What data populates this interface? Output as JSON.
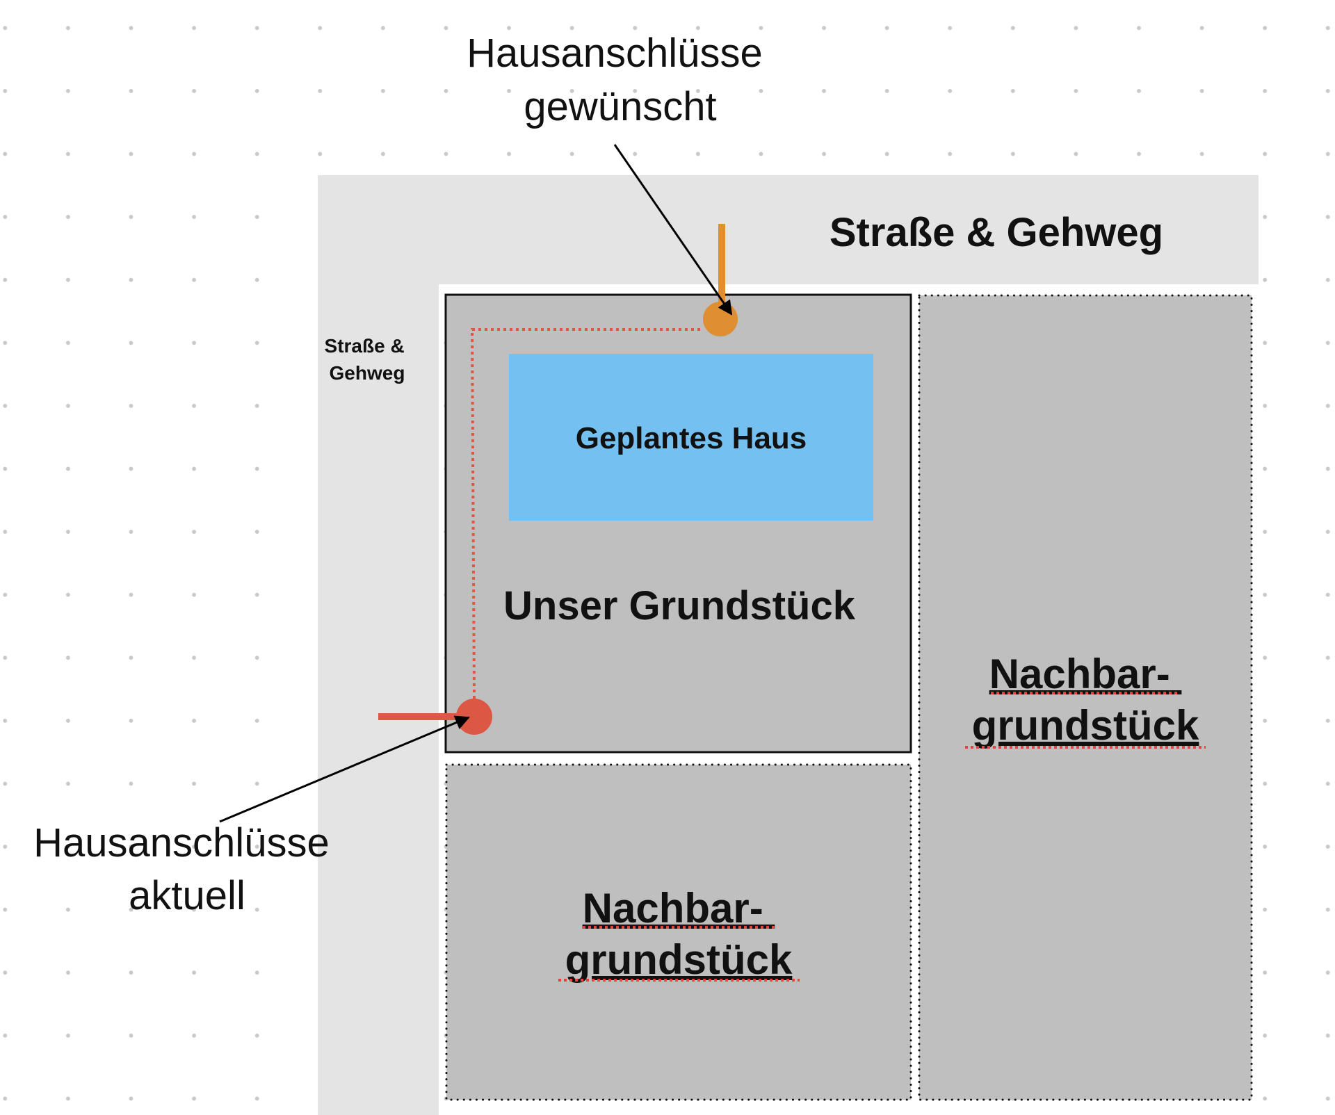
{
  "labels": {
    "desired_connection": [
      "Hausanschlüsse",
      "gewünscht"
    ],
    "current_connection": [
      "Hausanschlüsse",
      "aktuell"
    ],
    "street_top": "Straße & Gehweg",
    "street_left": [
      "Straße &",
      "Gehweg"
    ],
    "planned_house": "Geplantes Haus",
    "our_plot": "Unser Grundstück",
    "neighbor_right": [
      "Nachbar-",
      "grundstück"
    ],
    "neighbor_bottom": [
      "Nachbar-",
      "grundstück"
    ]
  },
  "colors": {
    "street": "#e4e4e4",
    "plot": "#bfbfbf",
    "house": "#74c0f0",
    "desired_marker": "#e08e32",
    "current_marker": "#dc5844"
  }
}
